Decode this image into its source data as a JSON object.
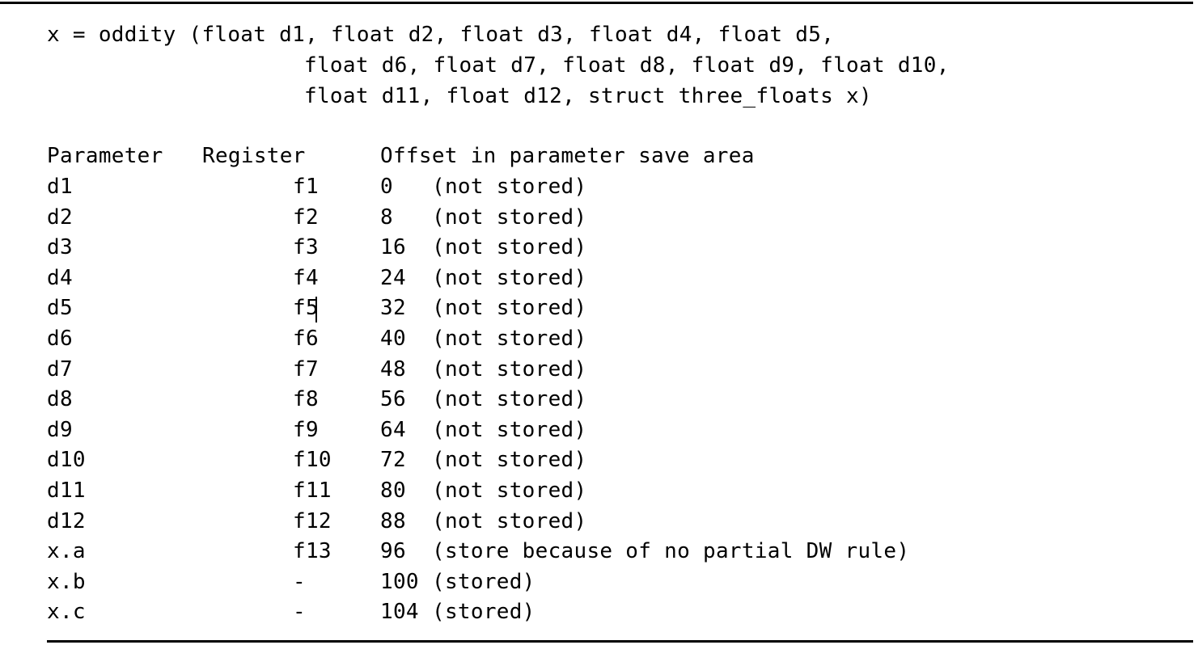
{
  "code": {
    "lines": [
      "x = oddity (float d1, float d2, float d3, float d4, float d5,",
      "float d6, float d7, float d8, float d9, float d10,",
      "float d11, float d12, struct three_floats x)"
    ]
  },
  "table": {
    "headers": {
      "parameter": "Parameter",
      "register": "Register",
      "offset": "Offset in parameter save area"
    },
    "rows": [
      {
        "parameter": "d1",
        "register": "f1",
        "offset": "0",
        "note": "(not stored)"
      },
      {
        "parameter": "d2",
        "register": "f2",
        "offset": "8",
        "note": "(not stored)"
      },
      {
        "parameter": "d3",
        "register": "f3",
        "offset": "16",
        "note": "(not stored)"
      },
      {
        "parameter": "d4",
        "register": "f4",
        "offset": "24",
        "note": "(not stored)"
      },
      {
        "parameter": "d5",
        "register": "f5",
        "offset": "32",
        "note": "(not stored)"
      },
      {
        "parameter": "d6",
        "register": "f6",
        "offset": "40",
        "note": "(not stored)"
      },
      {
        "parameter": "d7",
        "register": "f7",
        "offset": "48",
        "note": "(not stored)"
      },
      {
        "parameter": "d8",
        "register": "f8",
        "offset": "56",
        "note": "(not stored)"
      },
      {
        "parameter": "d9",
        "register": "f9",
        "offset": "64",
        "note": "(not stored)"
      },
      {
        "parameter": "d10",
        "register": "f10",
        "offset": "72",
        "note": "(not stored)"
      },
      {
        "parameter": "d11",
        "register": "f11",
        "offset": "80",
        "note": "(not stored)"
      },
      {
        "parameter": "d12",
        "register": "f12",
        "offset": "88",
        "note": "(not stored)"
      },
      {
        "parameter": "x.a",
        "register": "f13",
        "offset": "96",
        "note": "(store because of no partial DW rule)"
      },
      {
        "parameter": "x.b",
        "register": "-",
        "offset": "100",
        "note": "(stored)"
      },
      {
        "parameter": "x.c",
        "register": "-",
        "offset": "104",
        "note": "(stored)"
      }
    ]
  }
}
